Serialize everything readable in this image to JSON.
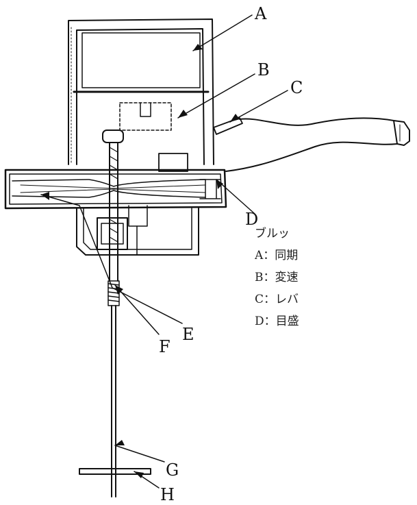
{
  "callouts": [
    "A",
    "B",
    "C",
    "D",
    "E",
    "F",
    "G",
    "H"
  ],
  "legend": {
    "heading": "ブルッ",
    "items": [
      "A：同期",
      "B：変速",
      "C：レバ",
      "D：目盛"
    ]
  }
}
